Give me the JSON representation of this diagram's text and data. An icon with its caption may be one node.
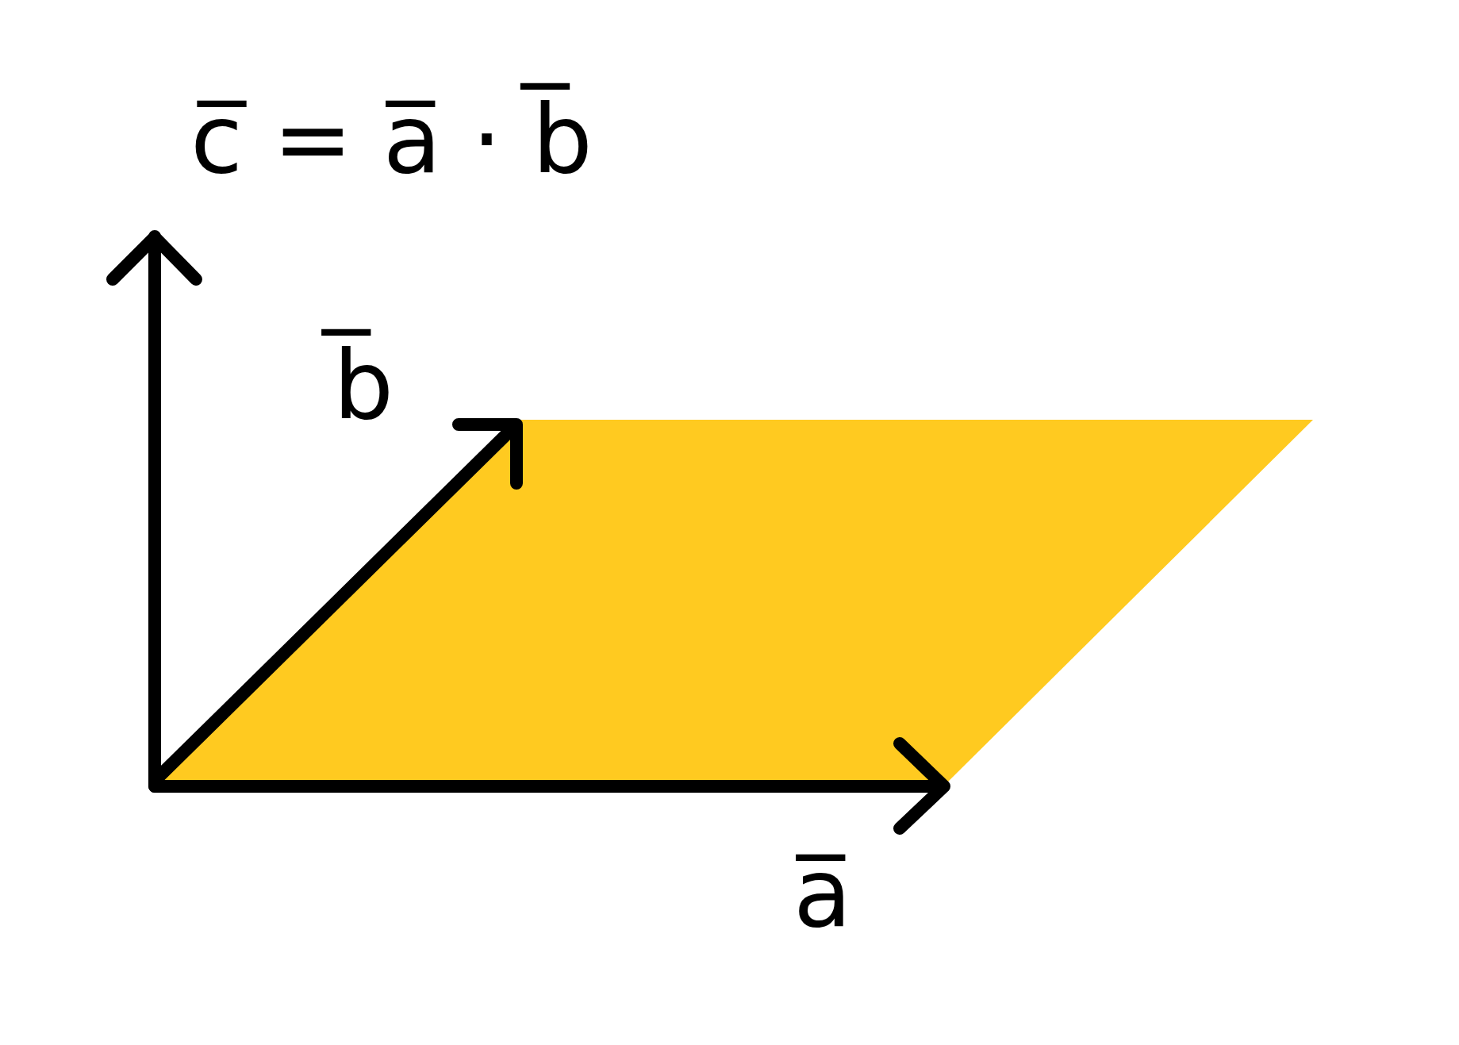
{
  "diagram": {
    "title": "c̅ = a̅ · b̅",
    "labels": [
      "b̅",
      "a̅"
    ]
  }
}
